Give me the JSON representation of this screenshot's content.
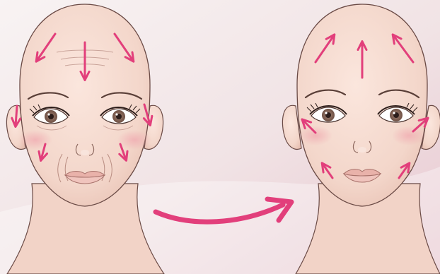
{
  "figure": {
    "subject": "face-lift-massage-direction-illustration",
    "panels": [
      {
        "id": "before",
        "arrow_direction": "downward",
        "features": [
          "forehead-wrinkles",
          "nasolabial-folds",
          "sagging-cheeks"
        ]
      },
      {
        "id": "after",
        "arrow_direction": "upward",
        "features": [
          "smooth-skin",
          "lifted-cheeks"
        ]
      }
    ],
    "transition": "curved-arrow-left-to-right"
  },
  "colors": {
    "background_top": "#f7f1f1",
    "background_bottom": "#e9ccd4",
    "skin": "#f6dcd1",
    "skin_shadow": "#e9c3b5",
    "outline": "#6a4a45",
    "arrow_pink": "#e23f7b",
    "iris": "#8a6a5a",
    "pupil": "#2c1d1a",
    "lips": "#e9b2aa",
    "blush": "#efb6b8",
    "brow": "#5a3f38"
  }
}
